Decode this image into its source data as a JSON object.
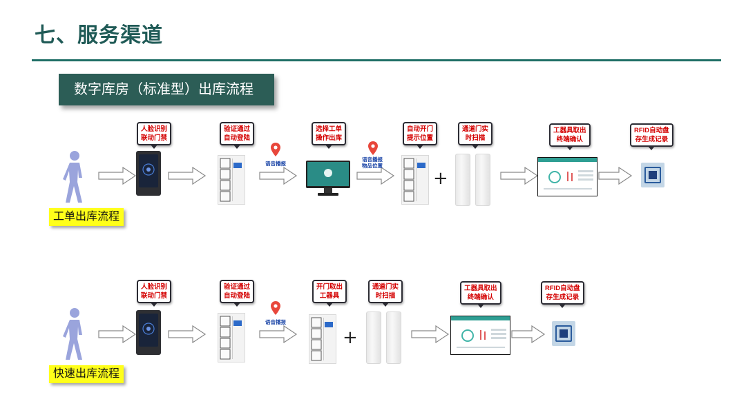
{
  "page": {
    "title": "七、服务渠道",
    "banner": "数字库房（标准型）出库流程"
  },
  "flows": [
    {
      "name": "工单出库流程",
      "callouts": [
        "人脸识别\n联动门禁",
        "验证通过\n自动登陆",
        "选择工单\n操作出库",
        "自动开门\n提示位置",
        "通道门实\n时扫描",
        "工器具取出\n终端确认",
        "RFID自动盘\n存生成记录"
      ],
      "voice_labels": [
        "语音播报",
        "语音播报\n物品位置"
      ],
      "steps": [
        "person",
        "face-device",
        "cabinet",
        "monitor",
        "cabinet",
        "gate",
        "dashboard",
        "rfid-tag"
      ]
    },
    {
      "name": "快速出库流程",
      "callouts": [
        "人脸识别\n联动门禁",
        "验证通过\n自动登陆",
        "开门取出\n工器具",
        "通道门实\n时扫描",
        "工器具取出\n终端确认",
        "RFID自动盘\n存生成记录"
      ],
      "voice_labels": [
        "语音播报"
      ],
      "steps": [
        "person",
        "face-device",
        "cabinet",
        "cabinet",
        "gate",
        "dashboard",
        "rfid-tag"
      ]
    }
  ],
  "symbols": {
    "plus": "+"
  },
  "colors": {
    "title": "#1f5a56",
    "rule": "#1f6e66",
    "banner": "#2c5d56",
    "callout_text": "#d40000",
    "tag_bg": "#ffff1a",
    "pin": "#e8473b",
    "person": "#9aa4dc"
  }
}
